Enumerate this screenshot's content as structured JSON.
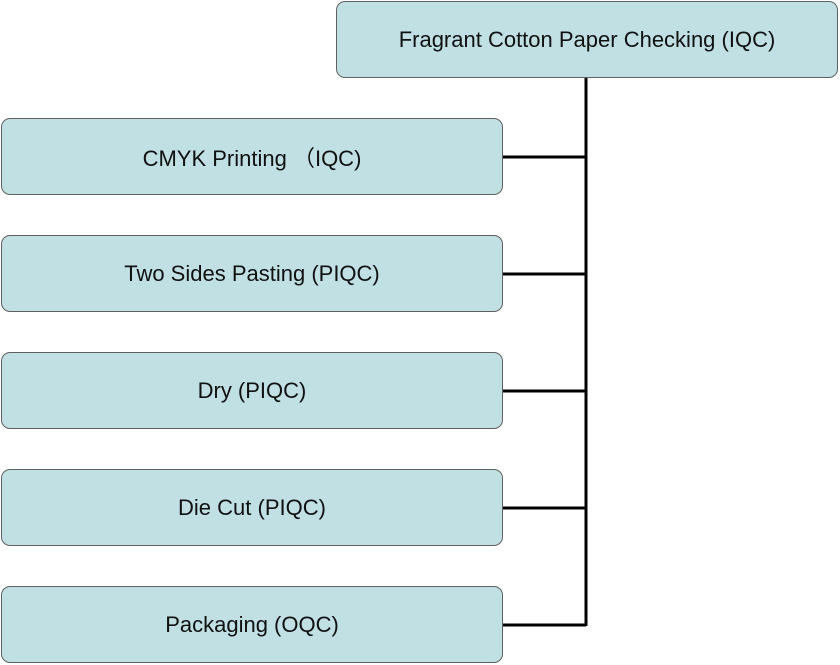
{
  "root": {
    "label": "Fragrant Cotton Paper Checking (IQC)"
  },
  "steps": [
    {
      "label": "CMYK Printing （IQC)"
    },
    {
      "label": "Two Sides Pasting (PIQC)"
    },
    {
      "label": "Dry (PIQC)"
    },
    {
      "label": "Die Cut (PIQC)"
    },
    {
      "label": "Packaging (OQC)"
    }
  ],
  "colors": {
    "box_fill": "#c0e0e4",
    "box_border": "#606060",
    "connector": "#000000"
  }
}
